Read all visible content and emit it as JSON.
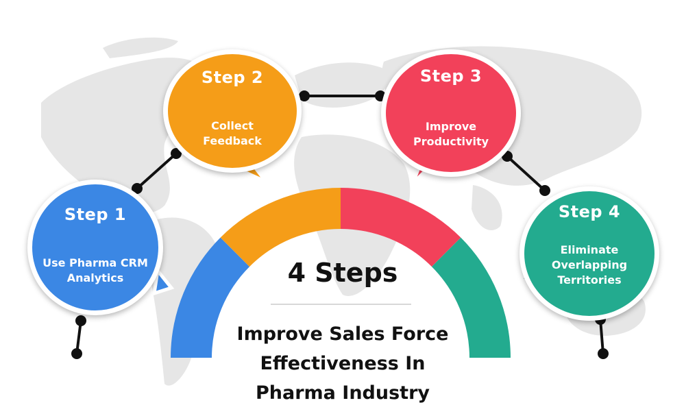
{
  "center": {
    "heading": "4 Steps",
    "subtitle_lines": [
      "Improve Sales Force",
      "Effectiveness In",
      "Pharma Industry"
    ]
  },
  "steps": [
    {
      "title": "Step 1",
      "lines": [
        "Use Pharma CRM",
        "Analytics"
      ],
      "color": "#3b87e4"
    },
    {
      "title": "Step 2",
      "lines": [
        "Collect",
        "Feedback"
      ],
      "color": "#f59d18"
    },
    {
      "title": "Step 3",
      "lines": [
        "Improve",
        "Productivity"
      ],
      "color": "#f2415a"
    },
    {
      "title": "Step 4",
      "lines": [
        "Eliminate",
        "Overlapping",
        "Territories"
      ],
      "color": "#23ab8f"
    }
  ],
  "gauge_colors": [
    "#3b87e4",
    "#f59d18",
    "#f2415a",
    "#23ab8f"
  ],
  "map_color": "#e6e6e6",
  "connector_color": "#111111"
}
